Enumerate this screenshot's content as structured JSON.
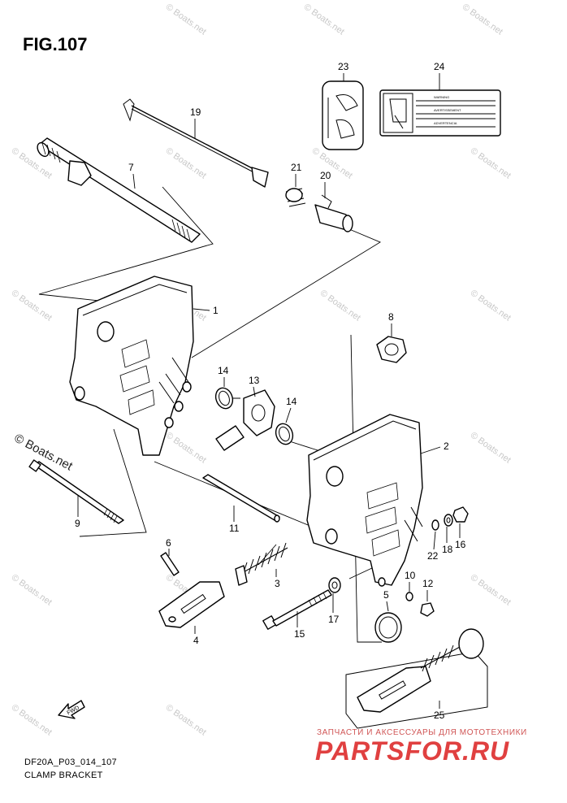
{
  "figure": {
    "title": "FIG.107"
  },
  "caption": {
    "code": "DF20A_P03_014_107",
    "name": "CLAMP BRACKET"
  },
  "callouts": [
    "1",
    "2",
    "3",
    "4",
    "5",
    "6",
    "7",
    "8",
    "9",
    "10",
    "11",
    "12",
    "13",
    "14",
    "14",
    "15",
    "16",
    "17",
    "18",
    "19",
    "20",
    "21",
    "22",
    "23",
    "24",
    "25"
  ],
  "labels": {
    "decal_warning": "WARNING",
    "decal_caution_1": "AVERTISSEMENT",
    "decal_caution_2": "ADVERTENCIA",
    "fwd_arrow": "FWD"
  },
  "watermarks": {
    "site": "© Boats.net"
  },
  "branding": {
    "subtitle": "ЗАПЧАСТИ И АКСЕССУАРЫ ДЛЯ МОТОТЕХНИКИ",
    "name": "PARTSFOR.RU",
    "color": "#e04040"
  }
}
